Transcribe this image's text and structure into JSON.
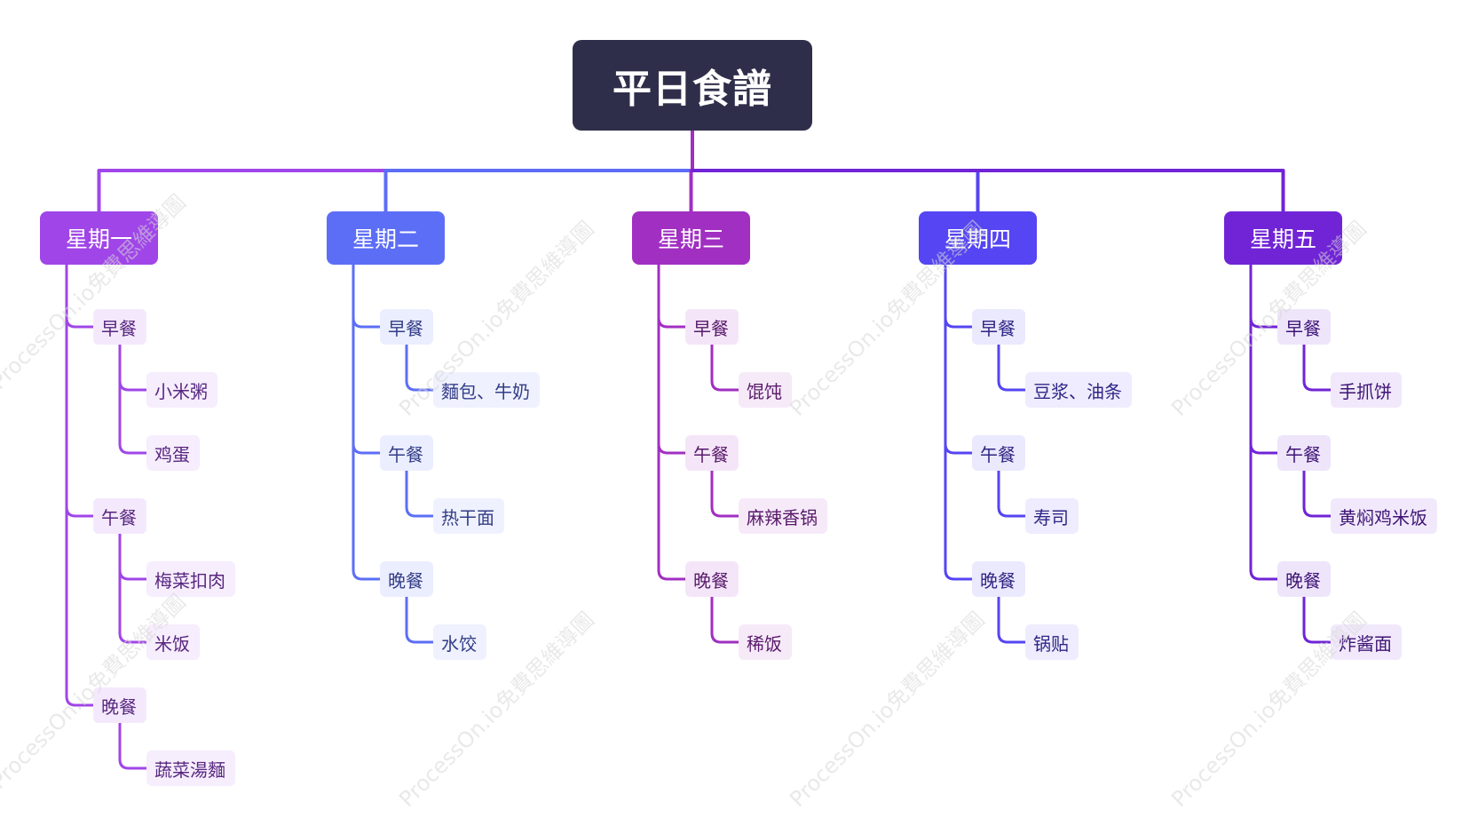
{
  "root": {
    "label": "平日食譜",
    "color": "#2f2e4a"
  },
  "watermark": "ProcessOn.io免費思維導圖",
  "days": [
    {
      "label": "星期一",
      "color": "#a046e8",
      "meals": [
        {
          "label": "早餐",
          "dishes": [
            "小米粥",
            "鸡蛋"
          ]
        },
        {
          "label": "午餐",
          "dishes": [
            "梅菜扣肉",
            "米饭"
          ]
        },
        {
          "label": "晚餐",
          "dishes": [
            "蔬菜湯麵"
          ]
        }
      ]
    },
    {
      "label": "星期二",
      "color": "#5c6ef6",
      "meals": [
        {
          "label": "早餐",
          "dishes": [
            "麵包、牛奶"
          ]
        },
        {
          "label": "午餐",
          "dishes": [
            "热干面"
          ]
        },
        {
          "label": "晚餐",
          "dishes": [
            "水饺"
          ]
        }
      ]
    },
    {
      "label": "星期三",
      "color": "#a12fc2",
      "meals": [
        {
          "label": "早餐",
          "dishes": [
            "馄饨"
          ]
        },
        {
          "label": "午餐",
          "dishes": [
            "麻辣香锅"
          ]
        },
        {
          "label": "晚餐",
          "dishes": [
            "稀饭"
          ]
        }
      ]
    },
    {
      "label": "星期四",
      "color": "#5545f2",
      "meals": [
        {
          "label": "早餐",
          "dishes": [
            "豆浆、油条"
          ]
        },
        {
          "label": "午餐",
          "dishes": [
            "寿司"
          ]
        },
        {
          "label": "晚餐",
          "dishes": [
            "锅贴"
          ]
        }
      ]
    },
    {
      "label": "星期五",
      "color": "#7024d6",
      "meals": [
        {
          "label": "早餐",
          "dishes": [
            "手抓饼"
          ]
        },
        {
          "label": "午餐",
          "dishes": [
            "黄焖鸡米饭"
          ]
        },
        {
          "label": "晚餐",
          "dishes": [
            "炸酱面"
          ]
        }
      ]
    }
  ]
}
